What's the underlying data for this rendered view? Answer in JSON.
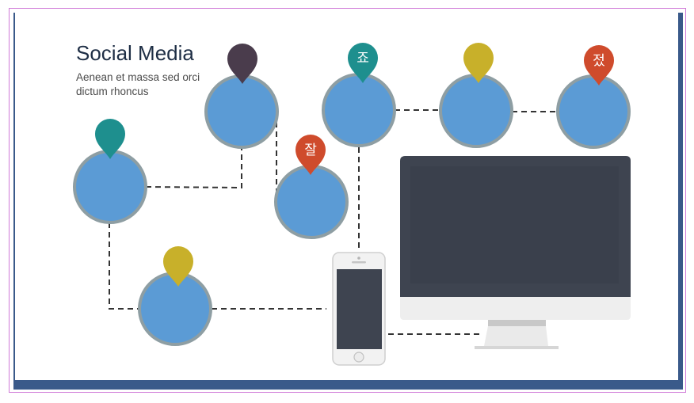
{
  "slide": {
    "title": "Social Media",
    "subtitle": "Aenean et massa sed orci dictum rhoncus"
  },
  "colors": {
    "node_fill": "#5b9bd5",
    "node_ring": "#8e9ea3",
    "teal": "#1e8f8e",
    "plum": "#4a3c4c",
    "red": "#cf4b2c",
    "gold": "#c8b02a",
    "connector": "#333333",
    "monitor_body": "#3e4450",
    "monitor_chin": "#eeeeee",
    "phone_screen": "#3e4450"
  },
  "nodes": [
    {
      "id": "node-left",
      "pin_color": "teal",
      "pin_glyph": ""
    },
    {
      "id": "node-top-1",
      "pin_color": "plum",
      "pin_glyph": ""
    },
    {
      "id": "node-middle",
      "pin_color": "red",
      "pin_glyph": "잘"
    },
    {
      "id": "node-top-2",
      "pin_color": "teal",
      "pin_glyph": "죠"
    },
    {
      "id": "node-top-3",
      "pin_color": "gold",
      "pin_glyph": ""
    },
    {
      "id": "node-top-4",
      "pin_color": "red",
      "pin_glyph": "젔"
    },
    {
      "id": "node-bottom",
      "pin_color": "gold",
      "pin_glyph": ""
    }
  ],
  "devices": {
    "monitor": "desktop-monitor-icon",
    "phone": "smartphone-icon"
  }
}
